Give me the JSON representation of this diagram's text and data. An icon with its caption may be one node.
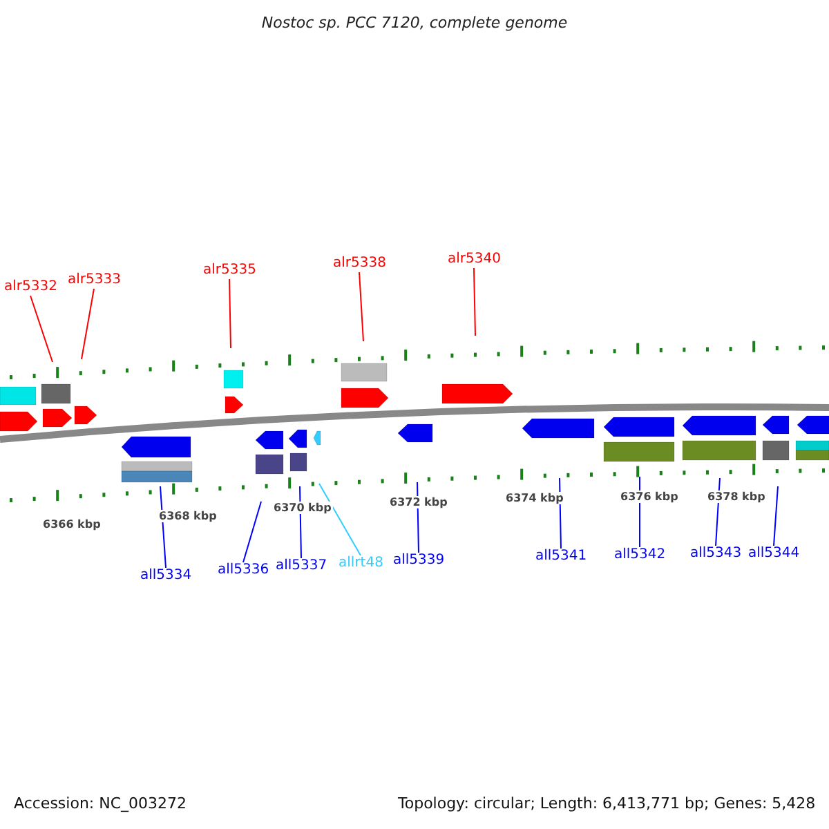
{
  "diagram": {
    "title": "Nostoc sp. PCC 7120, complete genome",
    "nodes": [
      {
        "text": [
          "alr5332"
        ]
      },
      {
        "text": [
          "alr5333"
        ]
      },
      {
        "text": [
          "alr5335"
        ]
      },
      {
        "text": [
          "alr5338"
        ]
      },
      {
        "text": [
          "alr5340"
        ]
      },
      {
        "text": [
          "all5334"
        ]
      },
      {
        "text": [
          "all5336"
        ]
      },
      {
        "text": [
          "all5337"
        ]
      },
      {
        "text": [
          "allrt48"
        ]
      },
      {
        "text": [
          "all5339"
        ]
      },
      {
        "text": [
          "all5341"
        ]
      },
      {
        "text": [
          "all5342"
        ]
      },
      {
        "text": [
          "all5343"
        ]
      },
      {
        "text": [
          "all5344"
        ]
      }
    ],
    "edges": [
      {
        "from": 0,
        "to": null,
        "arrow": "none",
        "color": "#ff0000"
      },
      {
        "from": 1,
        "to": null,
        "arrow": "none",
        "color": "#ff0000"
      },
      {
        "from": 2,
        "to": null,
        "arrow": "none",
        "color": "#ff0000"
      },
      {
        "from": 3,
        "to": null,
        "arrow": "none",
        "color": "#ff0000"
      },
      {
        "from": 4,
        "to": null,
        "arrow": "none",
        "color": "#ff0000"
      },
      {
        "from": 5,
        "to": null,
        "arrow": "none"
      },
      {
        "from": 6,
        "to": null,
        "arrow": "none"
      },
      {
        "from": 7,
        "to": null,
        "arrow": "none"
      },
      {
        "from": 8,
        "to": null,
        "arrow": "none",
        "color": "#33ccff"
      },
      {
        "from": 9,
        "to": null,
        "arrow": "none"
      },
      {
        "from": 10,
        "to": null,
        "arrow": "none"
      },
      {
        "from": 11,
        "to": null,
        "arrow": "none"
      },
      {
        "from": 12,
        "to": null,
        "arrow": "none"
      },
      {
        "from": 13,
        "to": null,
        "arrow": "none"
      }
    ],
    "labels": [
      "6366 kbp",
      "6368 kbp",
      "6370 kbp",
      "6372 kbp",
      "6374 kbp",
      "6376 kbp",
      "6378 kbp",
      "Accession: NC_003272",
      "Topology: circular; Length: 6,413,771 bp; Genes: 5,428"
    ]
  }
}
